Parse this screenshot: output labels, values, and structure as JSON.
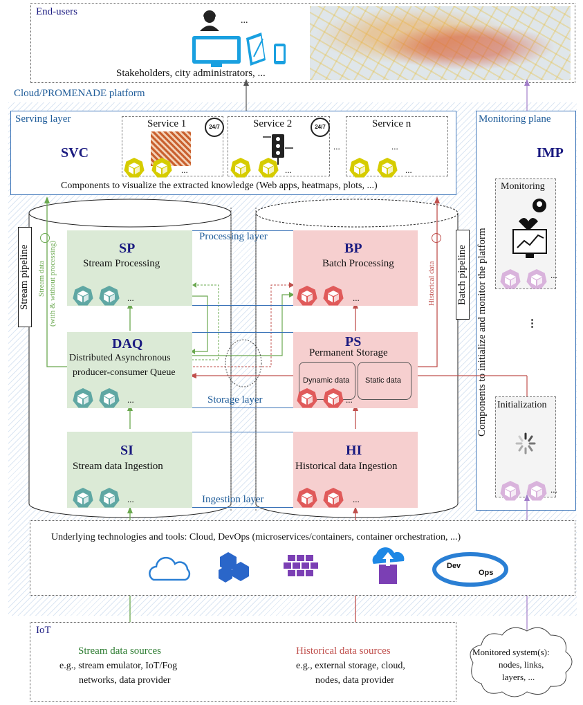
{
  "end_users": {
    "title": "End-users",
    "ellipsis": "...",
    "caption": "Stakeholders, city administrators, ..."
  },
  "platform_label": "Cloud/PROMENADE platform",
  "serving": {
    "title": "Serving layer",
    "code": "SVC",
    "service1": "Service 1",
    "service2": "Service 2",
    "servicen": "Service n",
    "badge": "24/7",
    "dots": "...",
    "caption": "Components to visualize the extracted knowledge (Web apps, heatmaps, plots, ...)"
  },
  "monitoring": {
    "title": "Monitoring plane",
    "code": "IMP",
    "vertical": "Components to initialize and monitor the platform",
    "monitoring_label": "Monitoring",
    "initialization_label": "Initialization",
    "dots": "..."
  },
  "pipelines": {
    "stream": "Stream pipeline",
    "batch": "Batch pipeline",
    "stream_data": "Stream data",
    "stream_data_sub": "(with & without processing)",
    "historical_data": "Historical data"
  },
  "layers": {
    "processing": "Processing layer",
    "storage": "Storage layer",
    "ingestion": "Ingestion layer"
  },
  "sp": {
    "code": "SP",
    "name": "Stream Processing"
  },
  "bp": {
    "code": "BP",
    "name": "Batch Processing"
  },
  "daq": {
    "code": "DAQ",
    "name1": "Distributed Asynchronous",
    "name2": "producer-consumer Queue"
  },
  "ps": {
    "code": "PS",
    "name": "Permanent Storage",
    "dynamic": "Dynamic data",
    "static": "Static data"
  },
  "si": {
    "code": "SI",
    "name": "Stream data Ingestion"
  },
  "hi": {
    "code": "HI",
    "name": "Historical data Ingestion"
  },
  "underlying": {
    "caption": "Underlying technologies and tools: Cloud, DevOps (microservices/containers, container orchestration, ...)",
    "dev": "Dev",
    "ops": "Ops"
  },
  "iot": {
    "title": "IoT",
    "stream_title": "Stream data sources",
    "stream_l1": "e.g., stream emulator, IoT/Fog",
    "stream_l2": "networks, data provider",
    "hist_title": "Historical data sources",
    "hist_l1": "e.g., external storage, cloud,",
    "hist_l2": "nodes, data provider"
  },
  "monitored": {
    "l1": "Monitored system(s):",
    "l2": "nodes, links,",
    "l3": "layers, ..."
  },
  "colors": {
    "navy": "#1a1a80",
    "blue": "#1f5c99",
    "green": "#6aa84f",
    "red": "#c0504d",
    "purple": "#a27dc9"
  }
}
